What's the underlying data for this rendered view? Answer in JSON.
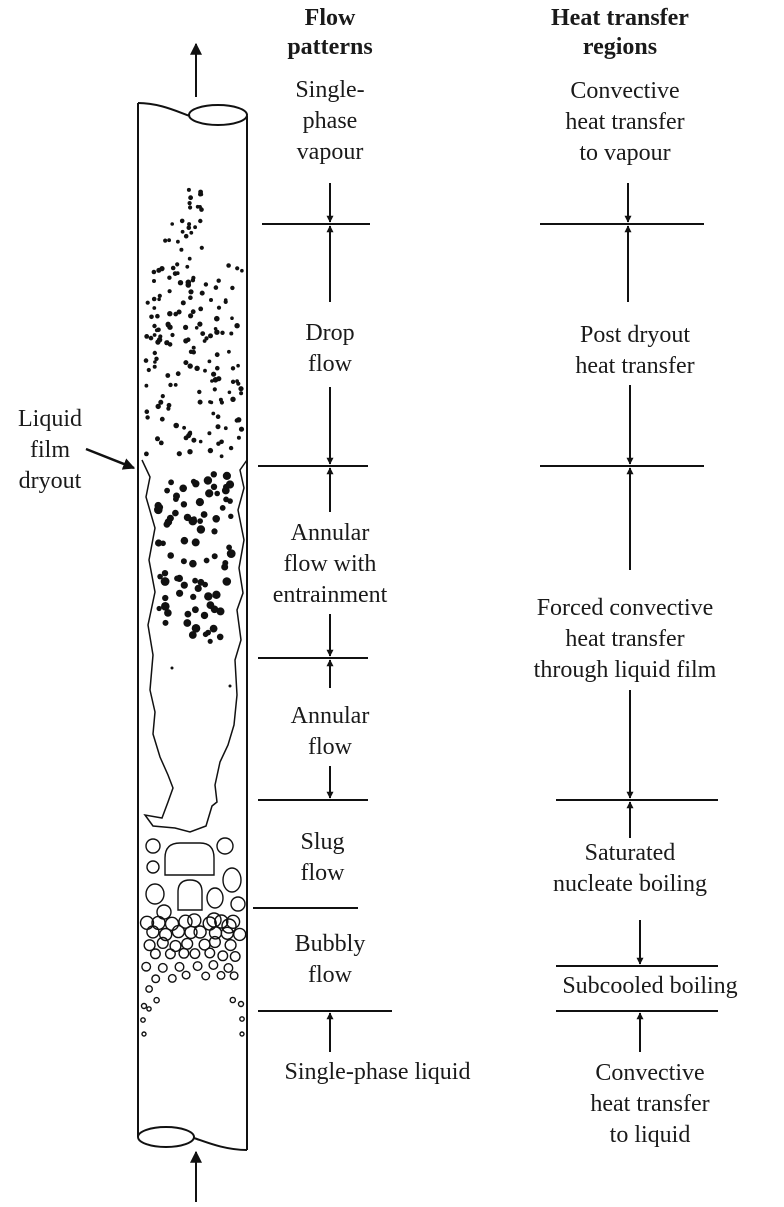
{
  "headers": {
    "flow_patterns": "Flow\npatterns",
    "heat_transfer_regions": "Heat transfer\nregions"
  },
  "side_label": "Liquid\nfilm\ndryout",
  "flow_patterns": [
    "Single-\nphase\nvapour",
    "Drop\nflow",
    "Annular\nflow with\nentrainment",
    "Annular\nflow",
    "Slug\nflow",
    "Bubbly\nflow",
    "Single-phase liquid"
  ],
  "heat_transfer_regions": [
    "Convective\nheat transfer\nto vapour",
    "Post dryout\nheat transfer",
    "Forced convective\nheat transfer\nthrough liquid film",
    "Saturated\nnucleate boiling",
    "Subcooled boiling",
    "Convective\nheat transfer\nto liquid"
  ]
}
